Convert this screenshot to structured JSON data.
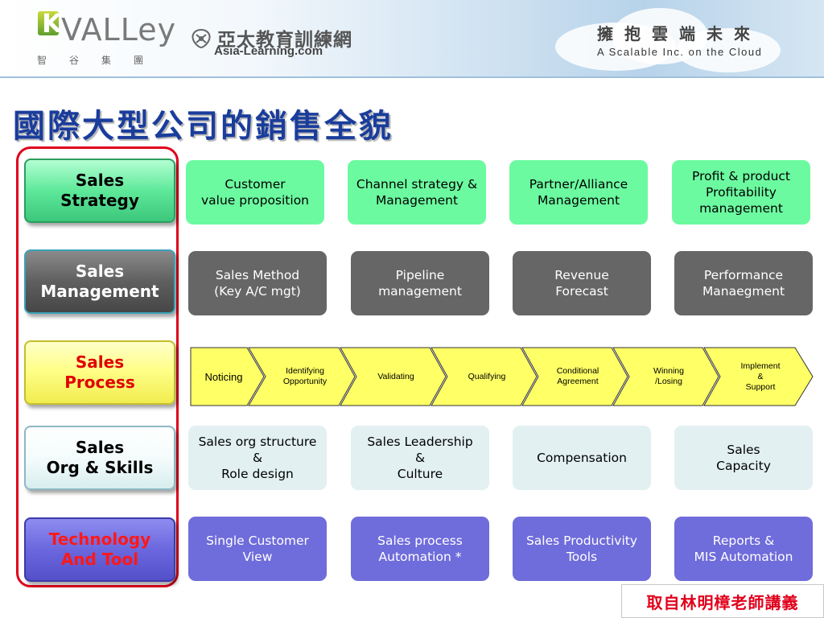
{
  "header": {
    "logo_text": "VALLey",
    "logo_sub": "智谷集團",
    "asia_cn": "亞太教育訓練網",
    "asia_en": "Asia-Learning.com",
    "slogan_cn": "擁抱雲端未來",
    "slogan_en": "A Scalable Inc. on the Cloud"
  },
  "title": "國際大型公司的銷售全貌",
  "rows": [
    {
      "category": "Sales\nStrategy",
      "items": [
        "Customer\nvalue proposition",
        "Channel strategy &\nManagement",
        "Partner/Alliance\nManagement",
        "Profit & product\nProfitability\nmanagement"
      ]
    },
    {
      "category": "Sales\nManagement",
      "items": [
        "Sales Method\n(Key A/C mgt)",
        "Pipeline\nmanagement",
        "Revenue\nForecast",
        "Performance\nManaegment"
      ]
    },
    {
      "category": "Sales\nProcess",
      "steps": [
        "Noticing",
        "Identifying\nOpportunity",
        "Validating",
        "Qualifying",
        "Conditional\nAgreement",
        "Winning\n/Losing",
        "Implement\n&\nSupport"
      ]
    },
    {
      "category": "Sales\nOrg & Skills",
      "items": [
        "Sales org structure\n&\nRole design",
        "Sales Leadership\n&\nCulture",
        "Compensation",
        "Sales\nCapacity"
      ]
    },
    {
      "category": "Technology\nAnd Tool",
      "items": [
        "Single Customer\nView",
        "Sales process\nAutomation  *",
        "Sales Productivity\nTools",
        "Reports &\nMIS Automation"
      ]
    }
  ],
  "credit": "取自林明樟老師講義",
  "colors": {
    "title": "#1a3d9c",
    "outline": "#e0001b",
    "strategy": "#6cfaa0",
    "management": "#666666",
    "process": "#ffff66",
    "org": "#e2f0f1",
    "tool": "#6f6cdb"
  }
}
